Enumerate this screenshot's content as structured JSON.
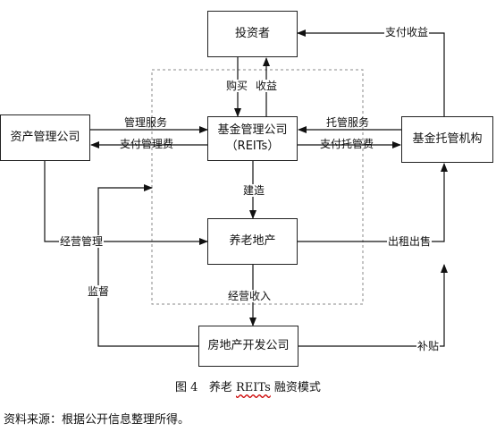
{
  "nodes": {
    "investor": "投资者",
    "asset_mgmt": "资产管理公司",
    "fund_mgmt_line1": "基金管理公司",
    "fund_mgmt_line2": "（REITs）",
    "fund_custody": "基金托管机构",
    "elderly_property": "养老地产",
    "developer": "房地产开发公司"
  },
  "edges": {
    "pay_income_top": "支付收益",
    "buy": "购买",
    "income": "收益",
    "mgmt_service": "管理服务",
    "pay_mgmt_fee": "支付管理费",
    "custody_service": "托管服务",
    "pay_custody_fee": "支付托管费",
    "construct": "建造",
    "operate_mgmt": "经营管理",
    "rent_sell": "出租出售",
    "supervise": "监督",
    "operate_income": "经营收入",
    "subsidy": "补贴"
  },
  "caption": {
    "prefix": "图 4   养老 ",
    "underlined": "REITs",
    "suffix": " 融资模式"
  },
  "source": "资料来源：根据公开信息整理所得。"
}
